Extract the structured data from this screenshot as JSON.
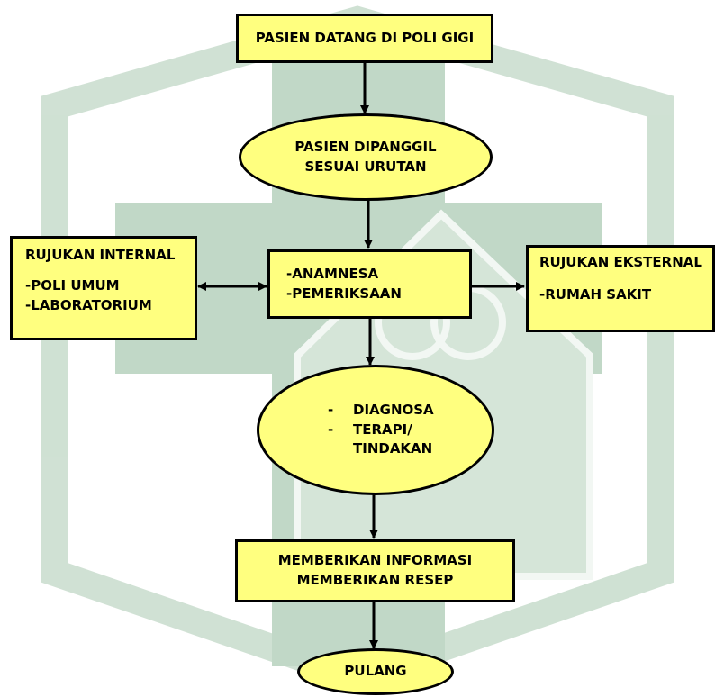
{
  "diagram": {
    "start": {
      "label": "PASIEN DATANG DI POLI GIGI"
    },
    "call": {
      "line1": "PASIEN DIPANGGIL",
      "line2": "SESUAI URUTAN"
    },
    "exam": {
      "line1": "-ANAMNESA",
      "line2": "-PEMERIKSAAN"
    },
    "internal": {
      "title": "RUJUKAN INTERNAL",
      "item1": "-POLI UMUM",
      "item2": "-LABORATORIUM"
    },
    "external": {
      "title": "RUJUKAN EKSTERNAL",
      "item1": "-RUMAH SAKIT"
    },
    "diagnosis": {
      "dash": "-",
      "item1": "DIAGNOSA",
      "item2a": "TERAPI/",
      "item2b": "TINDAKAN"
    },
    "info": {
      "line1": "MEMBERIKAN INFORMASI",
      "line2": "MEMBERIKAN RESEP"
    },
    "end": {
      "label": "PULANG"
    }
  },
  "colors": {
    "node_fill": "#ffff7f",
    "node_border": "#000000",
    "watermark": "#8fb99a"
  }
}
